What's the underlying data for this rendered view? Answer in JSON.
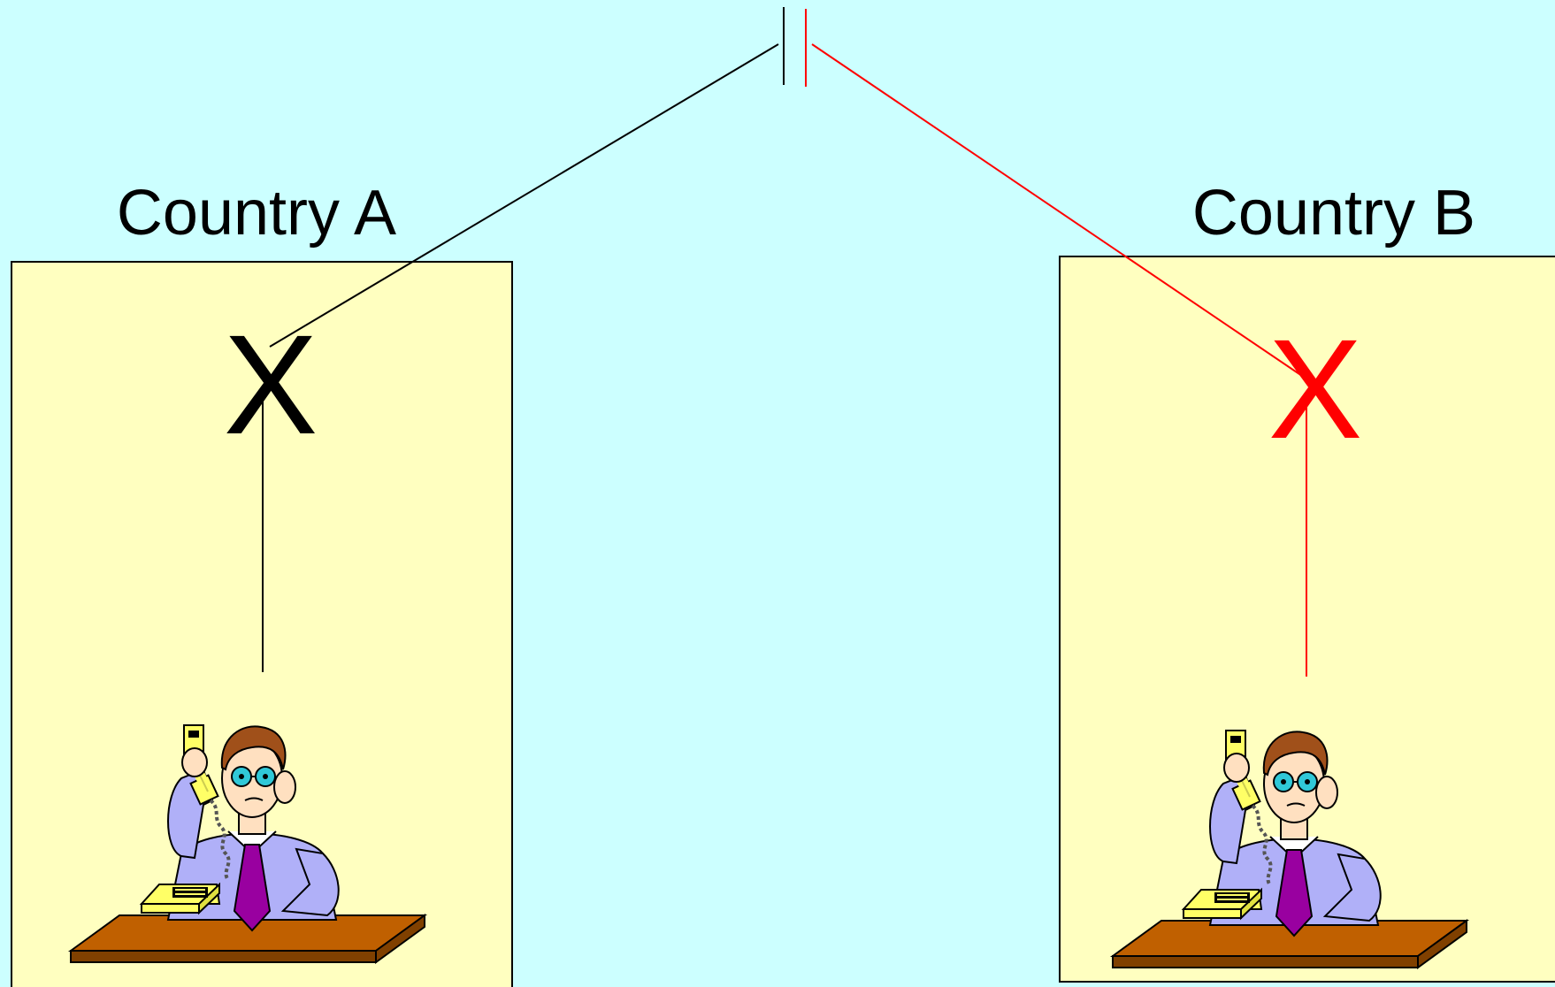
{
  "diagram": {
    "country_a": {
      "label": "Country A",
      "switch_mark": "X",
      "line_color": "#000000"
    },
    "country_b": {
      "label": "Country B",
      "switch_mark": "X",
      "line_color": "#FF0000"
    }
  },
  "colors": {
    "background": "#CCFFFF",
    "country_box": "#FFFFC0",
    "desk_top": "#C06000",
    "desk_side": "#804000",
    "phone": "#FFFF66",
    "shirt": "#B0B0F8",
    "tie": "#9900A0",
    "skin": "#FFE0C0",
    "hair": "#A0501A",
    "glasses": "#30C8D8"
  },
  "icons": {
    "person": "person-on-phone-icon",
    "telephone": "telephone-icon",
    "cable_break": "cable-break-icon"
  }
}
